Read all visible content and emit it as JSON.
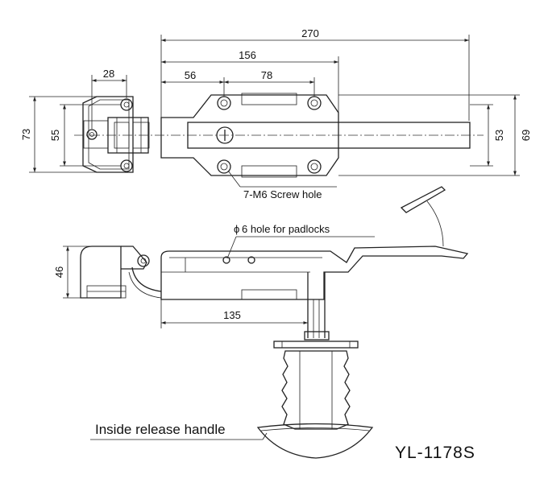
{
  "dimensions": {
    "overall_length": "270",
    "body_length": "156",
    "hole_offset": "56",
    "hole_spacing": "78",
    "keeper_width": "28",
    "keeper_height_outer": "73",
    "keeper_height_inner": "55",
    "body_height_inner": "53",
    "body_height_outer": "69",
    "side_height": "46",
    "side_length": "135"
  },
  "labels": {
    "screw_hole": "7-M6 Screw hole",
    "padlock_hole": "6 hole for padlocks",
    "phi_symbol": "ϕ",
    "inside_release": "Inside release handle",
    "model": "YL-1178S"
  }
}
